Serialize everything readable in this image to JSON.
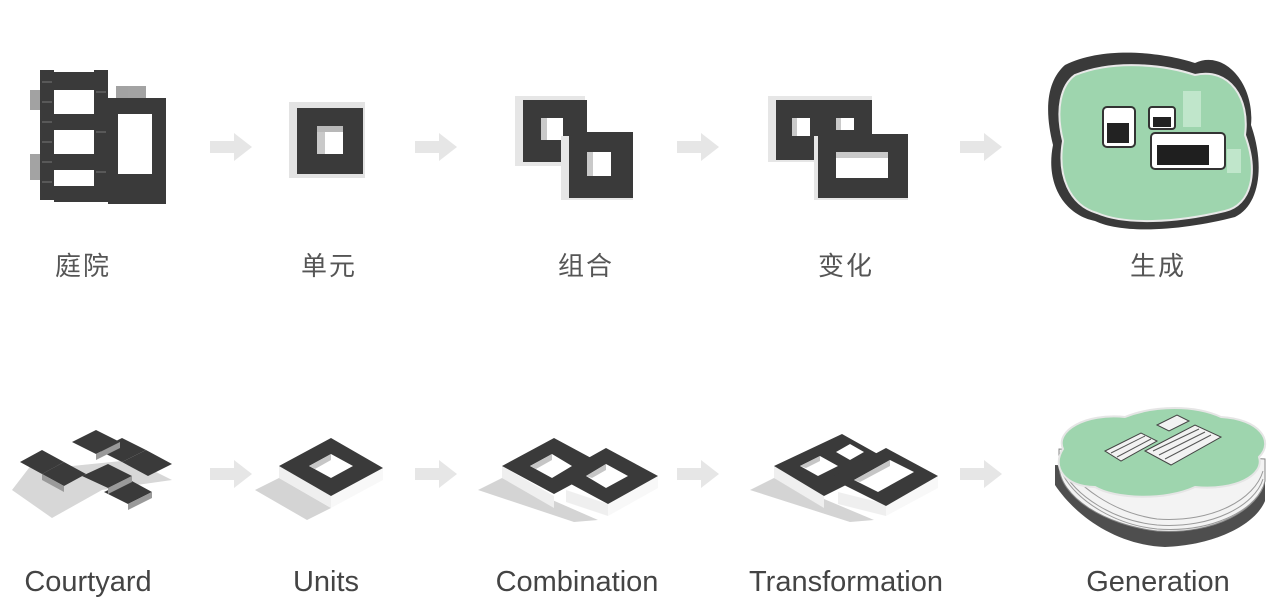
{
  "steps": [
    {
      "cn": "庭院",
      "en": "Courtyard"
    },
    {
      "cn": "单元",
      "en": "Units"
    },
    {
      "cn": "组合",
      "en": "Combination"
    },
    {
      "cn": "变化",
      "en": "Transformation"
    },
    {
      "cn": "生成",
      "en": "Generation"
    }
  ],
  "colors": {
    "dark": "#3a3a3a",
    "arrow": "#e6e6e6",
    "green": "#9ed5ae",
    "shadow": "#d9d9d9"
  }
}
